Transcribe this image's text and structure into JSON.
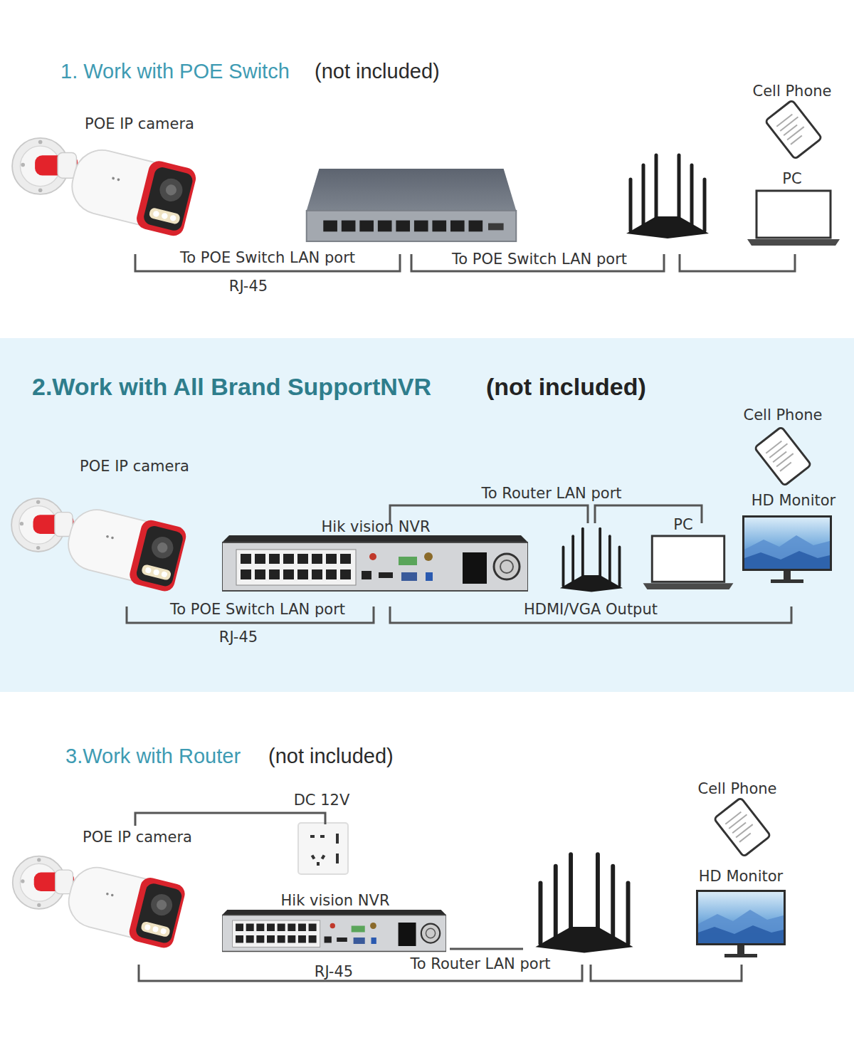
{
  "diagram": {
    "nodes": [
      {
        "text": [
          "1. Work with POE Switch",
          "(not included)"
        ]
      },
      {
        "text": [
          "POE IP camera"
        ],
        "in": 0
      },
      {
        "text": [
          "Cell Phone"
        ],
        "in": 0
      },
      {
        "text": [
          "PC"
        ],
        "in": 0
      },
      {
        "text": [
          "2.Work with All Brand SupportNVR",
          "(not included)"
        ]
      },
      {
        "text": [
          "Cell Phone"
        ],
        "in": 4
      },
      {
        "text": [
          "POE IP camera"
        ],
        "in": 4
      },
      {
        "text": [
          "HD Monitor"
        ],
        "in": 4
      },
      {
        "text": [
          "Hik vision NVR"
        ],
        "in": 4
      },
      {
        "text": [
          "PC"
        ],
        "in": 4
      },
      {
        "text": [
          "3.Work with Router",
          "(not included)"
        ]
      },
      {
        "text": [
          "Cell Phone"
        ],
        "in": 10
      },
      {
        "text": [
          "POE IP camera"
        ],
        "in": 10
      },
      {
        "text": [
          "HD Monitor"
        ],
        "in": 10
      },
      {
        "text": [
          "Hik vision NVR"
        ],
        "in": 10
      }
    ],
    "labels": [
      "To POE Switch LAN port",
      "RJ-45",
      "To POE Switch LAN port",
      "To Router LAN port",
      "To POE Switch LAN port",
      "RJ-45",
      "HDMI/VGA Output",
      "DC 12V",
      "RJ-45",
      "To Router LAN port"
    ]
  }
}
